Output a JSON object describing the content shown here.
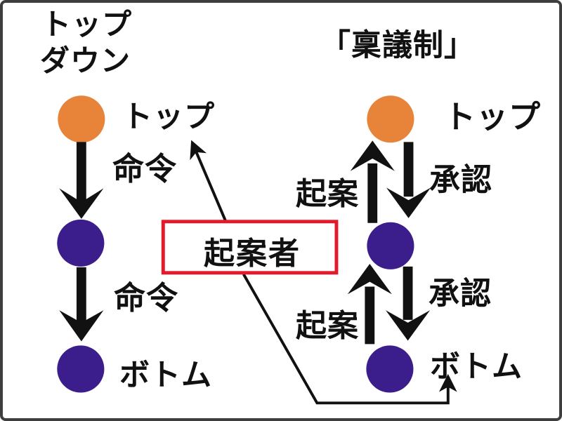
{
  "colors": {
    "orange": "#E8833A",
    "purple": "#3B1D8B",
    "red": "#E31A2B",
    "ink": "#111111",
    "frame": "#3E3E3E"
  },
  "left_diagram": {
    "title_line1": "トップ",
    "title_line2": "ダウン",
    "top_label": "トップ",
    "upper_arrow_label": "命令",
    "lower_arrow_label": "命令",
    "bottom_label": "ボトム"
  },
  "right_diagram": {
    "title": "「稟議制」",
    "top_label": "トップ",
    "upper_up_arrow_label": "起案",
    "upper_down_arrow_label": "承認",
    "lower_up_arrow_label": "起案",
    "lower_down_arrow_label": "承認",
    "bottom_label": "ボトム"
  },
  "center_box": {
    "label": "起案者"
  }
}
